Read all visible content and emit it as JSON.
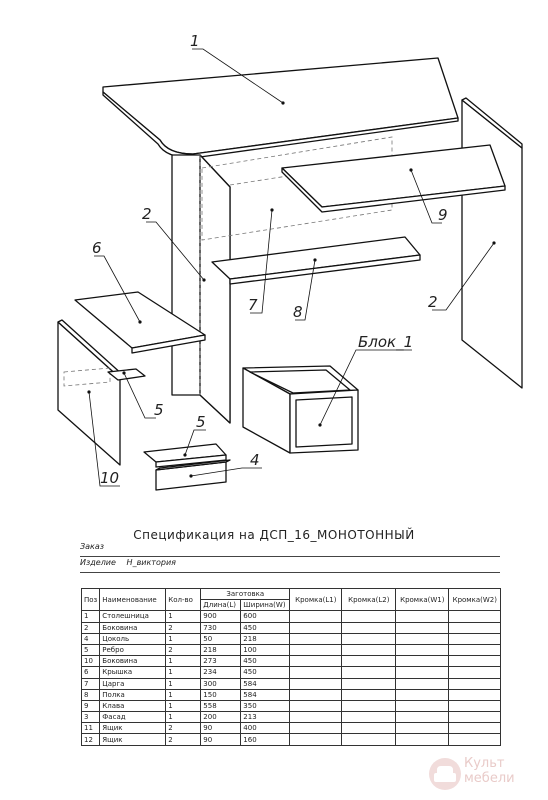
{
  "part_labels": {
    "p1": "1",
    "p2_left": "2",
    "p2_right": "2",
    "p6": "6",
    "p9": "9",
    "p7": "7",
    "p8": "8",
    "blok": "Блок_1",
    "p5_a": "5",
    "p5_b": "5",
    "p4": "4",
    "p10": "10"
  },
  "spec": {
    "title": "Спецификация на ДСП_16_МОНОТОННЫЙ",
    "order_label": "Заказ",
    "order_value": "",
    "product_label": "Изделие",
    "product_value": "Н_виктория",
    "headers": {
      "pos": "Поз",
      "name": "Наименование",
      "qty": "Кол-во",
      "blank": "Заготовка",
      "length": "Длина(L)",
      "width": "Ширина(W)",
      "edge_l1": "Кромка(L1)",
      "edge_l2": "Кромка(L2)",
      "edge_w1": "Кромка(W1)",
      "edge_w2": "Кромка(W2)"
    },
    "rows": [
      {
        "pos": "1",
        "name": "Столешница",
        "qty": "1",
        "length": "900",
        "width": "600",
        "l1": "",
        "l2": "",
        "w1": "",
        "w2": ""
      },
      {
        "pos": "2",
        "name": "Боковина",
        "qty": "2",
        "length": "730",
        "width": "450",
        "l1": "",
        "l2": "",
        "w1": "",
        "w2": ""
      },
      {
        "pos": "4",
        "name": "Цоколь",
        "qty": "1",
        "length": "50",
        "width": "218",
        "l1": "",
        "l2": "",
        "w1": "",
        "w2": ""
      },
      {
        "pos": "5",
        "name": "Ребро",
        "qty": "2",
        "length": "218",
        "width": "100",
        "l1": "",
        "l2": "",
        "w1": "",
        "w2": ""
      },
      {
        "pos": "10",
        "name": "Боковина",
        "qty": "1",
        "length": "273",
        "width": "450",
        "l1": "",
        "l2": "",
        "w1": "",
        "w2": ""
      },
      {
        "pos": "6",
        "name": "Крышка",
        "qty": "1",
        "length": "234",
        "width": "450",
        "l1": "",
        "l2": "",
        "w1": "",
        "w2": ""
      },
      {
        "pos": "7",
        "name": "Царга",
        "qty": "1",
        "length": "300",
        "width": "584",
        "l1": "",
        "l2": "",
        "w1": "",
        "w2": ""
      },
      {
        "pos": "8",
        "name": "Полка",
        "qty": "1",
        "length": "150",
        "width": "584",
        "l1": "",
        "l2": "",
        "w1": "",
        "w2": ""
      },
      {
        "pos": "9",
        "name": "Клава",
        "qty": "1",
        "length": "558",
        "width": "350",
        "l1": "",
        "l2": "",
        "w1": "",
        "w2": ""
      },
      {
        "pos": "3",
        "name": "Фасад",
        "qty": "1",
        "length": "200",
        "width": "213",
        "l1": "",
        "l2": "",
        "w1": "",
        "w2": ""
      },
      {
        "pos": "11",
        "name": "Ящик",
        "qty": "2",
        "length": "90",
        "width": "400",
        "l1": "",
        "l2": "",
        "w1": "",
        "w2": ""
      },
      {
        "pos": "12",
        "name": "Ящик",
        "qty": "2",
        "length": "90",
        "width": "160",
        "l1": "",
        "l2": "",
        "w1": "",
        "w2": ""
      }
    ]
  },
  "logo": {
    "line1": "Культ",
    "line2": "мебели",
    "color": "#e9cbc9",
    "icon": "armchair-icon"
  }
}
